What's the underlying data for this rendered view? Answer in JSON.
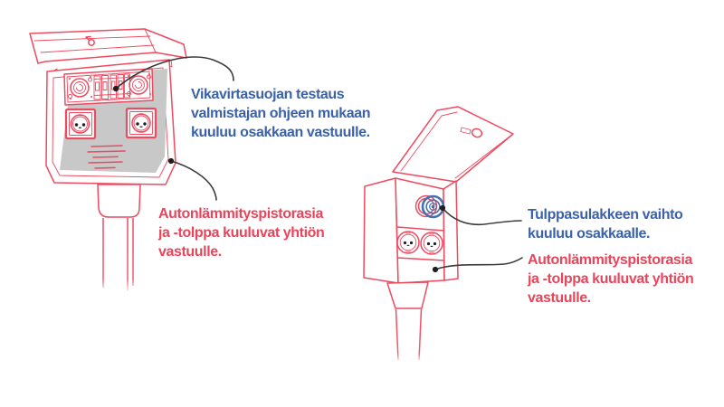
{
  "colors": {
    "line_red": "#ee4a60",
    "text_red": "#e9455b",
    "text_blue": "#3b62a9",
    "fuse_blue": "#4170b4",
    "panel_gray": "#c8c8c8",
    "pointer_black": "#3a3a3a"
  },
  "annotations": {
    "rcd_test": {
      "lines": [
        "Vikavirtasuojan testaus",
        "valmistajan ohjeen mukaan",
        "kuuluu osakkaan vastuulle."
      ]
    },
    "left_company": {
      "lines": [
        "Autonlämmityspistorasia",
        "ja -tolppa kuuluvat yhtiön",
        "vastuulle."
      ]
    },
    "fuse_change": {
      "lines": [
        "Tulppasulakkeen vaihto",
        "kuuluu osakkaalle."
      ]
    },
    "right_company": {
      "lines": [
        "Autonlämmityspistorasia",
        "ja -tolppa kuuluvat yhtiön",
        "vastuulle."
      ]
    }
  }
}
